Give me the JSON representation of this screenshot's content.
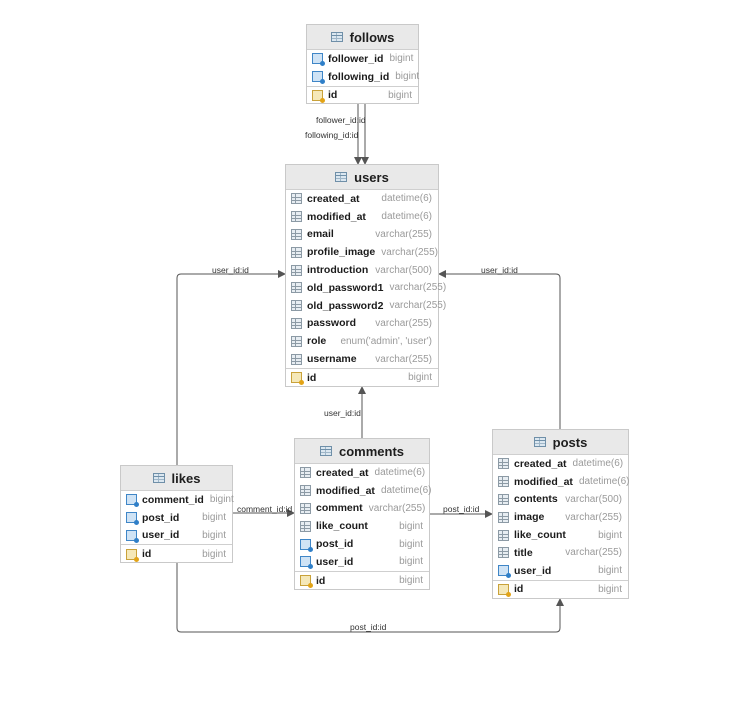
{
  "tables": {
    "follows": {
      "name": "follows",
      "columns": [
        {
          "name": "follower_id",
          "type": "bigint",
          "kind": "fk"
        },
        {
          "name": "following_id",
          "type": "bigint",
          "kind": "fk"
        },
        {
          "name": "id",
          "type": "bigint",
          "kind": "pk"
        }
      ]
    },
    "users": {
      "name": "users",
      "columns": [
        {
          "name": "created_at",
          "type": "datetime(6)",
          "kind": "col"
        },
        {
          "name": "modified_at",
          "type": "datetime(6)",
          "kind": "col"
        },
        {
          "name": "email",
          "type": "varchar(255)",
          "kind": "col"
        },
        {
          "name": "profile_image",
          "type": "varchar(255)",
          "kind": "col"
        },
        {
          "name": "introduction",
          "type": "varchar(500)",
          "kind": "col"
        },
        {
          "name": "old_password1",
          "type": "varchar(255)",
          "kind": "col"
        },
        {
          "name": "old_password2",
          "type": "varchar(255)",
          "kind": "col"
        },
        {
          "name": "password",
          "type": "varchar(255)",
          "kind": "col"
        },
        {
          "name": "role",
          "type": "enum('admin', 'user')",
          "kind": "col"
        },
        {
          "name": "username",
          "type": "varchar(255)",
          "kind": "col"
        },
        {
          "name": "id",
          "type": "bigint",
          "kind": "pk"
        }
      ]
    },
    "comments": {
      "name": "comments",
      "columns": [
        {
          "name": "created_at",
          "type": "datetime(6)",
          "kind": "col"
        },
        {
          "name": "modified_at",
          "type": "datetime(6)",
          "kind": "col"
        },
        {
          "name": "comment",
          "type": "varchar(255)",
          "kind": "col"
        },
        {
          "name": "like_count",
          "type": "bigint",
          "kind": "col"
        },
        {
          "name": "post_id",
          "type": "bigint",
          "kind": "fk"
        },
        {
          "name": "user_id",
          "type": "bigint",
          "kind": "fk"
        },
        {
          "name": "id",
          "type": "bigint",
          "kind": "pk"
        }
      ]
    },
    "likes": {
      "name": "likes",
      "columns": [
        {
          "name": "comment_id",
          "type": "bigint",
          "kind": "fk"
        },
        {
          "name": "post_id",
          "type": "bigint",
          "kind": "fk"
        },
        {
          "name": "user_id",
          "type": "bigint",
          "kind": "fk"
        },
        {
          "name": "id",
          "type": "bigint",
          "kind": "pk"
        }
      ]
    },
    "posts": {
      "name": "posts",
      "columns": [
        {
          "name": "created_at",
          "type": "datetime(6)",
          "kind": "col"
        },
        {
          "name": "modified_at",
          "type": "datetime(6)",
          "kind": "col"
        },
        {
          "name": "contents",
          "type": "varchar(500)",
          "kind": "col"
        },
        {
          "name": "image",
          "type": "varchar(255)",
          "kind": "col"
        },
        {
          "name": "like_count",
          "type": "bigint",
          "kind": "col"
        },
        {
          "name": "title",
          "type": "varchar(255)",
          "kind": "col"
        },
        {
          "name": "user_id",
          "type": "bigint",
          "kind": "fk"
        },
        {
          "name": "id",
          "type": "bigint",
          "kind": "pk"
        }
      ]
    }
  },
  "edges": {
    "follows_follower": "follower_id:id",
    "follows_following": "following_id:id",
    "likes_user": "user_id:id",
    "posts_user": "user_id:id",
    "comments_user": "user_id:id",
    "likes_comment": "comment_id:id",
    "comments_post": "post_id:id",
    "likes_post": "post_id:id"
  },
  "colors": {
    "header_bg": "#e9e9e9",
    "border": "#c9c9c9",
    "edge": "#555555",
    "type_text": "#9a9a9a"
  }
}
